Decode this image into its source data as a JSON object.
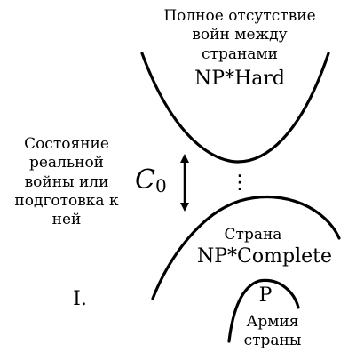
{
  "diagram": {
    "top_label": [
      "Полное отсутствие",
      "войн между",
      "странами"
    ],
    "np_hard_label": "NP*Hard",
    "left_label": [
      "Состояние",
      "реальной",
      "войны или",
      "подготовка к",
      "ней"
    ],
    "c0_label": {
      "base": "C",
      "sub": "0"
    },
    "dots": "⋮",
    "strana_label": "Страна",
    "np_complete_label": "NP*Complete",
    "roman_label": "I.",
    "p_label": "P",
    "army_label": [
      "Армия",
      "страны"
    ],
    "colors": {
      "ink": "#000000",
      "background": "#ffffff"
    }
  }
}
